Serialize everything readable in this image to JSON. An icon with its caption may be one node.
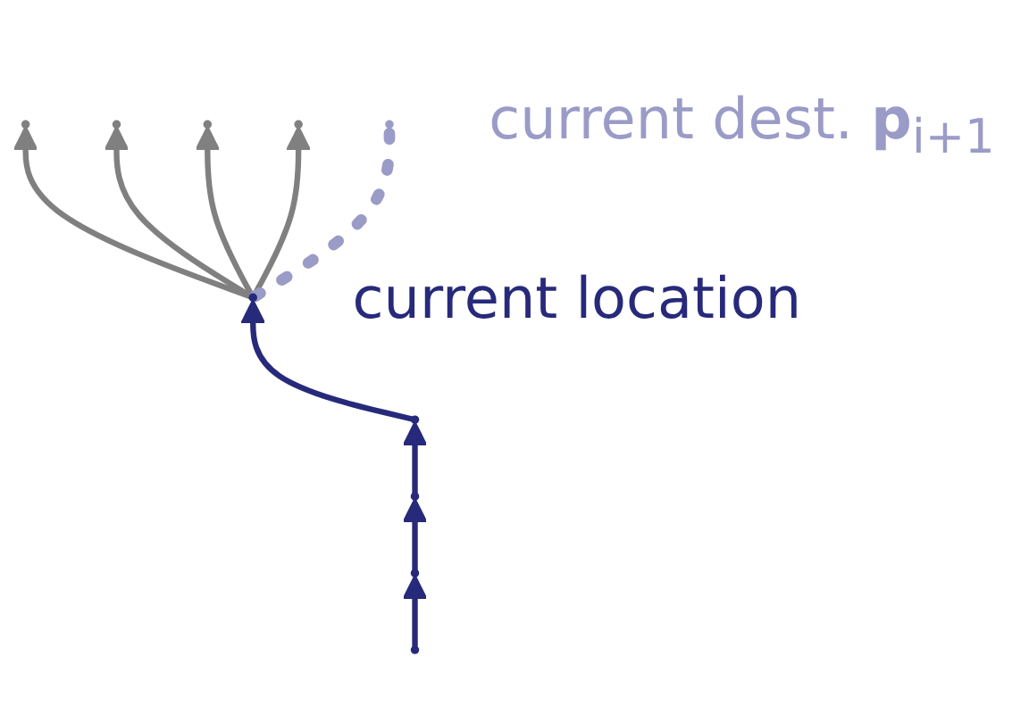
{
  "diagram": {
    "nodes": [
      {
        "text": [],
        "shape": "circle"
      },
      {
        "text": [],
        "shape": "circle"
      },
      {
        "text": [],
        "shape": "circle"
      },
      {
        "text": [],
        "shape": "circle"
      },
      {
        "text": [],
        "shape": "circle",
        "beside": [
          "current location"
        ]
      },
      {
        "text": [],
        "shape": "circle"
      },
      {
        "text": [],
        "shape": "circle"
      },
      {
        "text": [],
        "shape": "circle"
      },
      {
        "text": [],
        "shape": "circle"
      },
      {
        "text": [],
        "shape": "circle",
        "beside": [
          "current dest. **p**$_{i+1}$"
        ]
      }
    ],
    "edges": [
      {
        "from": 0,
        "to": 1,
        "arrow": "to",
        "color": "#272a7a"
      },
      {
        "from": 1,
        "to": 2,
        "arrow": "to",
        "color": "#272a7a"
      },
      {
        "from": 2,
        "to": 3,
        "arrow": "to",
        "color": "#272a7a"
      },
      {
        "from": 3,
        "to": 4,
        "arrow": "to",
        "color": "#272a7a"
      },
      {
        "from": 4,
        "to": 5,
        "arrow": "to",
        "color": "#808080"
      },
      {
        "from": 4,
        "to": 6,
        "arrow": "to",
        "color": "#808080"
      },
      {
        "from": 4,
        "to": 7,
        "arrow": "to",
        "color": "#808080"
      },
      {
        "from": 4,
        "to": 8,
        "arrow": "to",
        "color": "#808080"
      },
      {
        "from": 4,
        "to": 9,
        "arrow": "none",
        "style": "dashed",
        "color": "#9b9bc8"
      }
    ]
  }
}
